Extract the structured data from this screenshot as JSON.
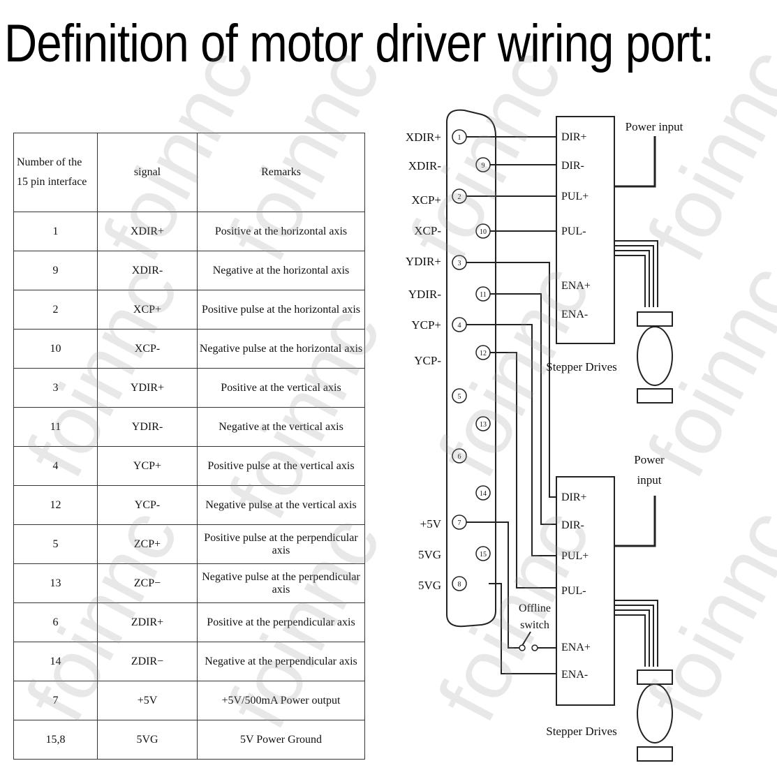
{
  "title": "Definition of motor driver wiring port:",
  "table": {
    "headers": [
      "Number of the 15 pin interface",
      "signal",
      "Remarks"
    ],
    "rows": [
      [
        "1",
        "XDIR+",
        "Positive at the horizontal axis"
      ],
      [
        "9",
        "XDIR-",
        "Negative at the horizontal axis"
      ],
      [
        "2",
        "XCP+",
        "Positive pulse at the horizontal axis"
      ],
      [
        "10",
        "XCP-",
        "Negative pulse at the horizontal axis"
      ],
      [
        "3",
        "YDIR+",
        "Positive at the vertical axis"
      ],
      [
        "11",
        "YDIR-",
        "Negative at the vertical axis"
      ],
      [
        "4",
        "YCP+",
        "Positive pulse at the vertical axis"
      ],
      [
        "12",
        "YCP-",
        "Negative pulse at the vertical axis"
      ],
      [
        "5",
        "ZCP+",
        "Positive pulse at the perpendicular axis"
      ],
      [
        "13",
        "ZCP−",
        "Negative pulse at the perpendicular axis"
      ],
      [
        "6",
        "ZDIR+",
        "Positive at the perpendicular axis"
      ],
      [
        "14",
        "ZDIR−",
        "Negative at the perpendicular axis"
      ],
      [
        "7",
        "+5V",
        "+5V/500mA Power output"
      ],
      [
        "15,8",
        "5VG",
        "5V Power Ground"
      ]
    ]
  },
  "diagram": {
    "left_labels": [
      "XDIR+",
      "XDIR-",
      "XCP+",
      "XCP-",
      "YDIR+",
      "YDIR-",
      "YCP+",
      "YCP-",
      "+5V",
      "5VG",
      "5VG"
    ],
    "pins": [
      "1",
      "9",
      "2",
      "10",
      "3",
      "11",
      "4",
      "12",
      "5",
      "13",
      "6",
      "14",
      "7",
      "15",
      "8"
    ],
    "driver_top_terminals": [
      "DIR+",
      "DIR-",
      "PUL+",
      "PUL-",
      "ENA+",
      "ENA-"
    ],
    "driver_bottom_terminals": [
      "DIR+",
      "DIR-",
      "PUL+",
      "PUL-",
      "ENA+",
      "ENA-"
    ],
    "driver_label": "Stepper Drives",
    "power_input_top": "Power input",
    "power_input_bottom_line1": "Power",
    "power_input_bottom_line2": "input",
    "switch_line1": "Offline",
    "switch_line2": "switch"
  },
  "watermark": "foinnc"
}
